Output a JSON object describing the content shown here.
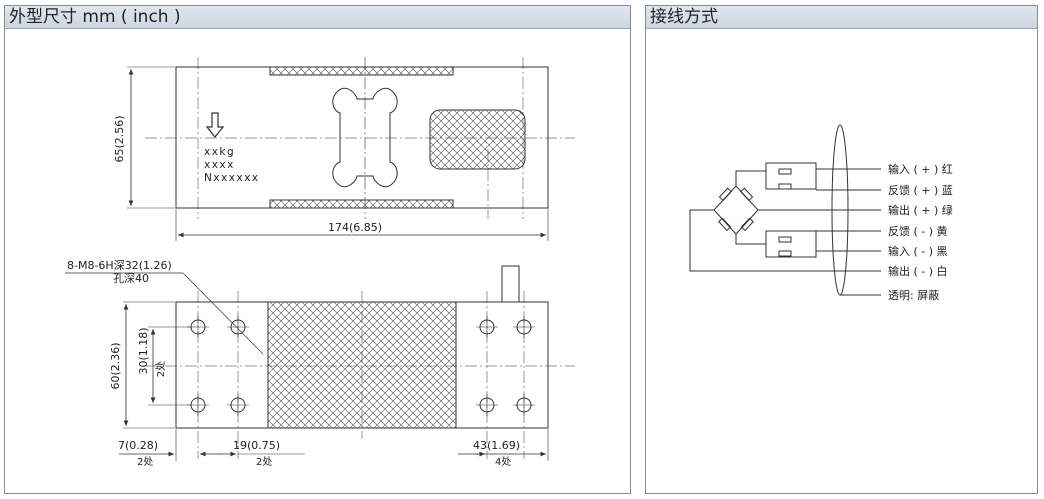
{
  "left_panel": {
    "title": "外型尺寸 mm ( inch )",
    "top_view": {
      "height_dim": "65(2.56)",
      "length_dim": "174(6.85)",
      "label_line1": "xxkg",
      "label_line2": "xxxx",
      "label_line3": "Nxxxxxx",
      "arrow_icon": "down-arrow-icon"
    },
    "front_view": {
      "hole_callout_line1": "8-M8-6H深32(1.26)",
      "hole_callout_line2": "孔深40",
      "height_dim": "60(2.36)",
      "spacing_dim": "30(1.18)",
      "spacing_count": "2处",
      "dim_left": "7(0.28)",
      "dim_left_count": "2处",
      "dim_mid": "19(0.75)",
      "dim_mid_count": "2处",
      "dim_right": "43(1.69)",
      "dim_right_count": "4处"
    }
  },
  "right_panel": {
    "title": "接线方式",
    "wires": [
      {
        "label": "输入 ( + ) 红"
      },
      {
        "label": "反馈 ( + ) 蓝"
      },
      {
        "label": "输出 ( + ) 绿"
      },
      {
        "label": "反馈 ( - ) 黄"
      },
      {
        "label": "输入 ( - ) 黑"
      },
      {
        "label": "输出 ( - ) 白"
      },
      {
        "label": "透明: 屏蔽"
      }
    ]
  },
  "colors": {
    "header_bg": "#d7dfe8",
    "line": "#333333",
    "border": "#8a8a8a"
  }
}
